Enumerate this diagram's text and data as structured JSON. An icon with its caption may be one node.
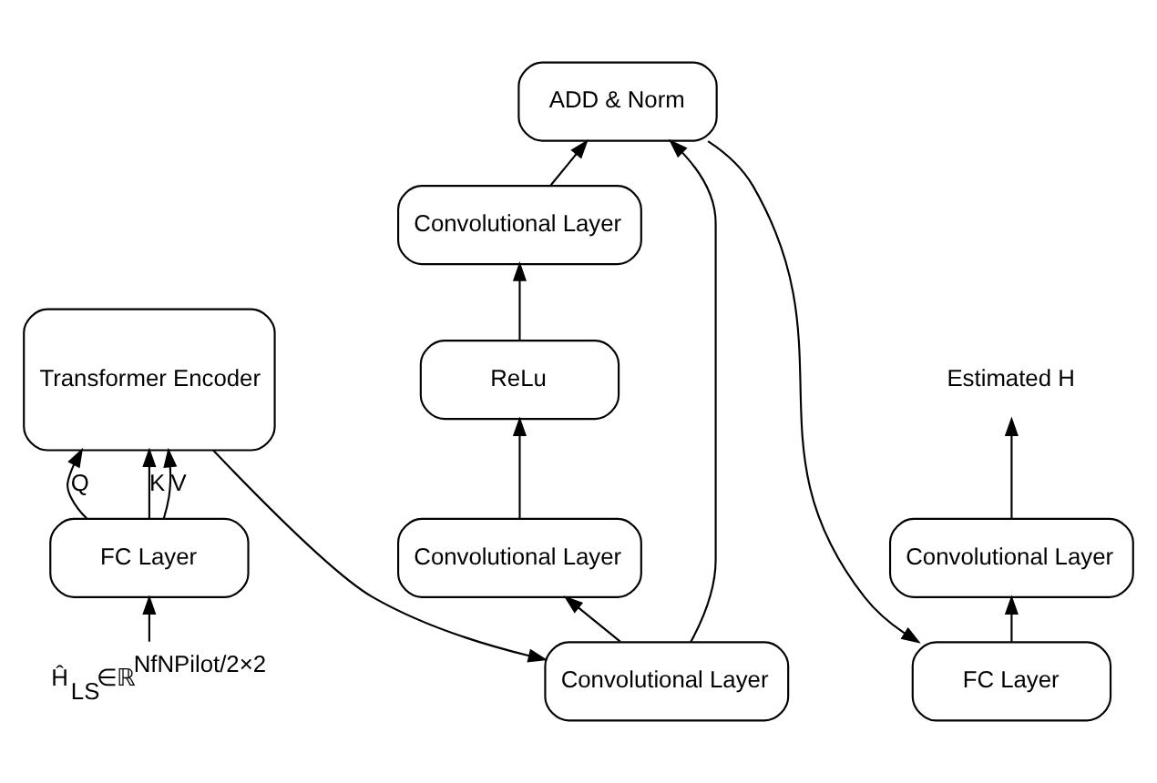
{
  "diagram": {
    "nodes": [
      {
        "text": [
          "Ĥ$_{LS}$∈ℝ$^{NfNPilot/2×2}$"
        ]
      },
      {
        "text": [
          "FC Layer"
        ]
      },
      {
        "text": [
          "Transformer Encoder"
        ]
      },
      {
        "text": [
          "Convolutional Layer"
        ]
      },
      {
        "text": [
          "Convolutional Layer"
        ]
      },
      {
        "text": [
          "ReLu"
        ]
      },
      {
        "text": [
          "Convolutional Layer"
        ]
      },
      {
        "text": [
          "ADD & Norm"
        ]
      },
      {
        "text": [
          "FC Layer"
        ]
      },
      {
        "text": [
          "Convolutional Layer"
        ]
      },
      {
        "text": [
          "Estimated H"
        ]
      }
    ],
    "edges": [
      {
        "from": 0,
        "to": 1,
        "arrow": "to"
      },
      {
        "from": 1,
        "to": 2,
        "arrow": "to",
        "label": "Q"
      },
      {
        "from": 1,
        "to": 2,
        "arrow": "to",
        "label": "K"
      },
      {
        "from": 1,
        "to": 2,
        "arrow": "to",
        "label": "V"
      },
      {
        "from": 2,
        "to": 3,
        "arrow": "to"
      },
      {
        "from": 3,
        "to": 4,
        "arrow": "to"
      },
      {
        "from": 4,
        "to": 5,
        "arrow": "to"
      },
      {
        "from": 5,
        "to": 6,
        "arrow": "to"
      },
      {
        "from": 6,
        "to": 7,
        "arrow": "to"
      },
      {
        "from": 3,
        "to": 7,
        "arrow": "to"
      },
      {
        "from": 7,
        "to": 8,
        "arrow": "to"
      },
      {
        "from": 8,
        "to": 9,
        "arrow": "to"
      },
      {
        "from": 9,
        "to": 10,
        "arrow": "to"
      }
    ]
  }
}
